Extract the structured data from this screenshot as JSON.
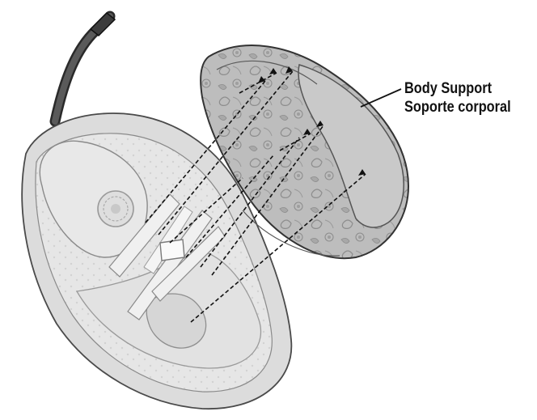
{
  "callout": {
    "label_en": "Body Support",
    "label_es": "Soporte corporal"
  },
  "colors": {
    "line": "#111111",
    "seat_fill": "#e6e6e6",
    "seat_shadow": "#c4c4c4",
    "insert_fill": "#bdbdbd",
    "insert_pattern": "#8e8e8e",
    "frame_tube": "#4a4a4a"
  },
  "illustration": {
    "subject": "infant seat with removable body support insert",
    "insertion_arrows": 9
  }
}
